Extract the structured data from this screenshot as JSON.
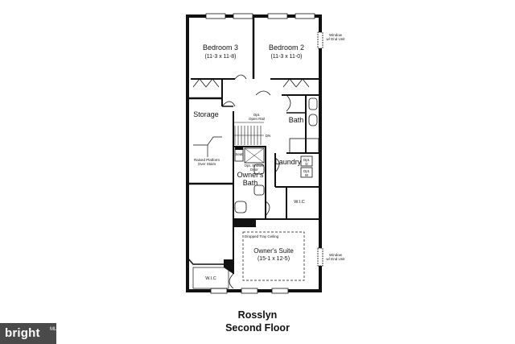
{
  "rooms": {
    "bedroom3": {
      "name": "Bedroom 3",
      "dims": "(11-3 x 11-8)"
    },
    "bedroom2": {
      "name": "Bedroom 2",
      "dims": "(11-3 x 11-0)"
    },
    "storage": "Storage",
    "bath": "Bath",
    "laundry": "Laundry",
    "owners_bath": [
      "Owner's",
      "Bath"
    ],
    "owners_suite": {
      "name": "Owner's Suite",
      "dims": "(15-1 x 12-5)"
    },
    "wic_small": "W.I.C",
    "wic_bottom": "W.I.C"
  },
  "notes": {
    "window_top": [
      "Window",
      "w/ End Unit"
    ],
    "window_bottom": [
      "Window",
      "w/ End Unit"
    ],
    "opt_open_rail": [
      "Opt.",
      "Open Rail"
    ],
    "dn": "DN",
    "raised_platform": [
      "Raised Platform",
      "Over Stairs"
    ],
    "seat": "Seat",
    "opt_shower": [
      "Opt. Shower",
      "Door"
    ],
    "opt_d": [
      "Opt.",
      "D"
    ],
    "opt_w": [
      "Opt.",
      "W"
    ],
    "dropped_tray": "Dropped Tray Ceiling"
  },
  "caption": {
    "model": "Rosslyn",
    "floor": "Second Floor"
  },
  "watermark": {
    "text": "bright",
    "suffix": "MLS"
  }
}
